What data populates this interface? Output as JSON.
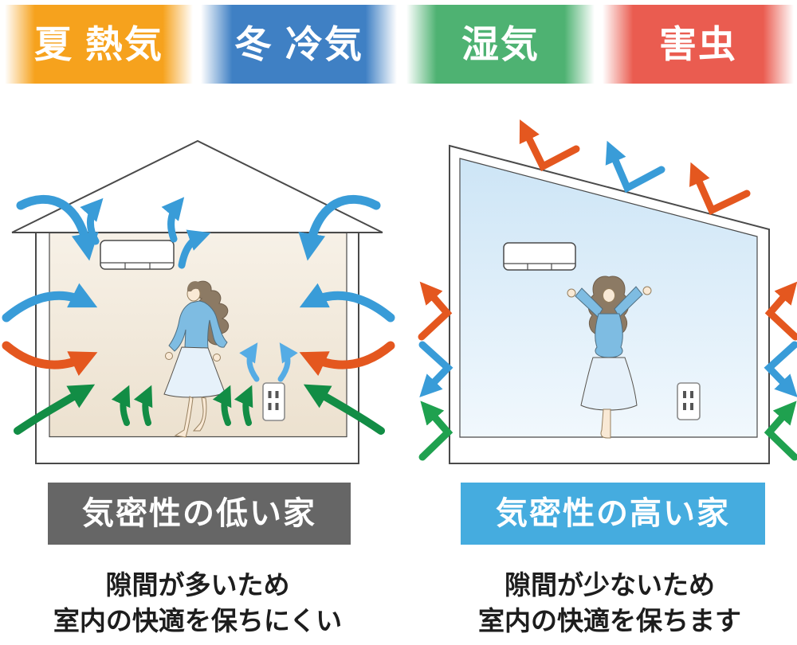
{
  "header": {
    "badges": [
      {
        "id": "summer-heat",
        "label": "夏 熱気",
        "color": "#F6A21D"
      },
      {
        "id": "winter-cold",
        "label": "冬 冷気",
        "color": "#3F80C4"
      },
      {
        "id": "humidity",
        "label": "湿気",
        "color": "#4EB272"
      },
      {
        "id": "pests",
        "label": "害虫",
        "color": "#EA5C50"
      }
    ]
  },
  "left_house": {
    "name": "low-airtightness-house",
    "caption": "気密性の低い家",
    "caption_bg": "#666666",
    "description_line1": "隙間が多いため",
    "description_line2": "室内の快適を保ちにくい",
    "interior_color_top": "#F7F1E7",
    "interior_color_bottom": "#ECE1CF"
  },
  "right_house": {
    "name": "high-airtightness-house",
    "caption": "気密性の高い家",
    "caption_bg": "#45ACDF",
    "description_line1": "隙間が少ないため",
    "description_line2": "室内の快適を保ちます",
    "interior_color_top": "#CDE5F6",
    "interior_color_bottom": "#F1F8FD"
  },
  "arrow_colors": {
    "cold_air_blue": "#399CD8",
    "outlet_draft_light_blue": "#55ACE5",
    "heat_orange": "#E4571F",
    "humidity_green_left": "#128D45",
    "humidity_green_right": "#1FA14F",
    "pest_red": "#E4571F"
  },
  "structure_colors": {
    "outline": "#4A4A4A",
    "wall_fill": "#FFFFFF"
  }
}
